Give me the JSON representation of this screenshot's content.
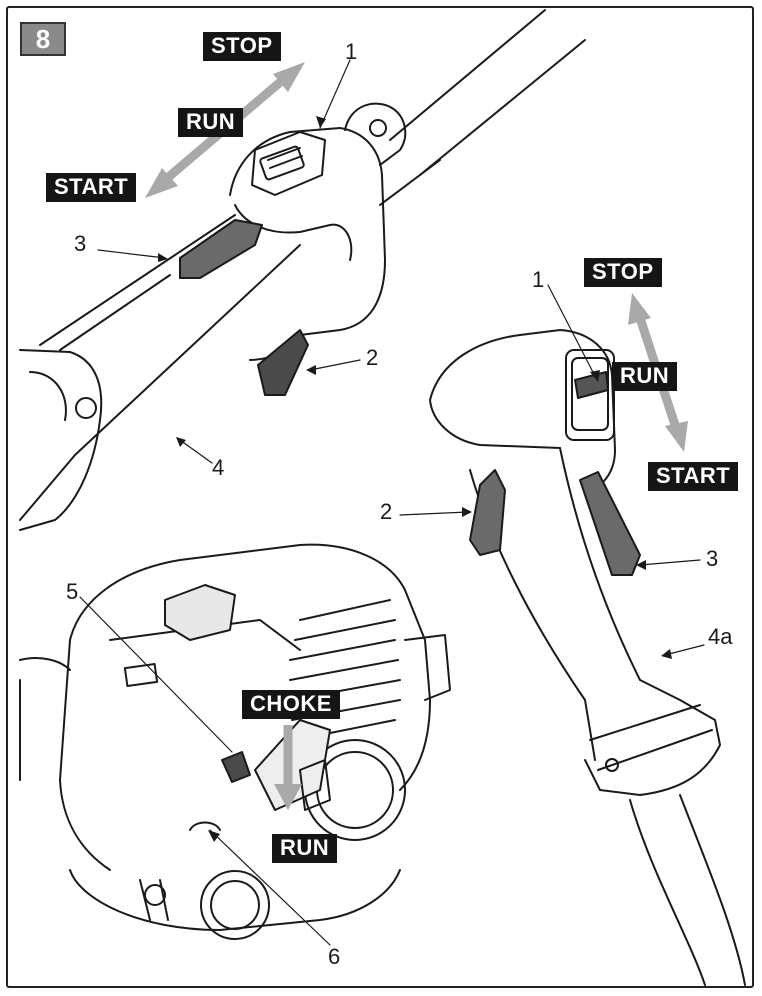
{
  "figure_number": "8",
  "labels": {
    "stop_top": "STOP",
    "run_top": "RUN",
    "start_top": "START",
    "stop_right": "STOP",
    "run_right": "RUN",
    "start_right": "START",
    "choke": "CHOKE",
    "run_bottom": "RUN"
  },
  "callouts": {
    "n1_top": "1",
    "n2_top": "2",
    "n3_top": "3",
    "n4_top": "4",
    "n1_right": "1",
    "n2_right": "2",
    "n3_right": "3",
    "n4a_right": "4a",
    "n5": "5",
    "n6": "6"
  },
  "colors": {
    "arrow_gray": "#a9a9a9",
    "tag_bg": "#151515",
    "figure_number_bg": "#8a8a8a"
  }
}
